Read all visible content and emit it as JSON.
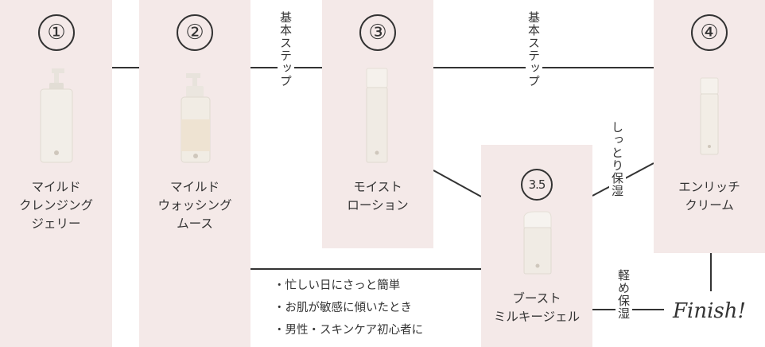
{
  "steps": [
    {
      "num": "①",
      "name_lines": [
        "マイルド",
        "クレンジング",
        "ジェリー"
      ],
      "icon": "pump-bottle-icon"
    },
    {
      "num": "②",
      "name_lines": [
        "マイルド",
        "ウォッシング",
        "ムース"
      ],
      "icon": "foam-pump-bottle-icon"
    },
    {
      "num": "③",
      "name_lines": [
        "モイスト",
        "ローション"
      ],
      "icon": "lotion-bottle-icon"
    },
    {
      "num": "④",
      "name_lines": [
        "エンリッチ",
        "クリーム"
      ],
      "icon": "cream-bottle-icon"
    },
    {
      "num": "3.5",
      "name_lines": [
        "ブースト",
        "ミルキージェル"
      ],
      "icon": "milky-gel-bottle-icon"
    }
  ],
  "connectors": {
    "basic_step": "基本ステップ",
    "moist": "しっとり保湿",
    "light": "軽め保湿"
  },
  "notes": [
    "忙しい日にさっと簡単",
    "お肌が敏感に傾いたとき",
    "男性・スキンケア初心者に"
  ],
  "finish": "Finish!",
  "colors": {
    "card": "#f4e9e8",
    "line": "#333333"
  }
}
